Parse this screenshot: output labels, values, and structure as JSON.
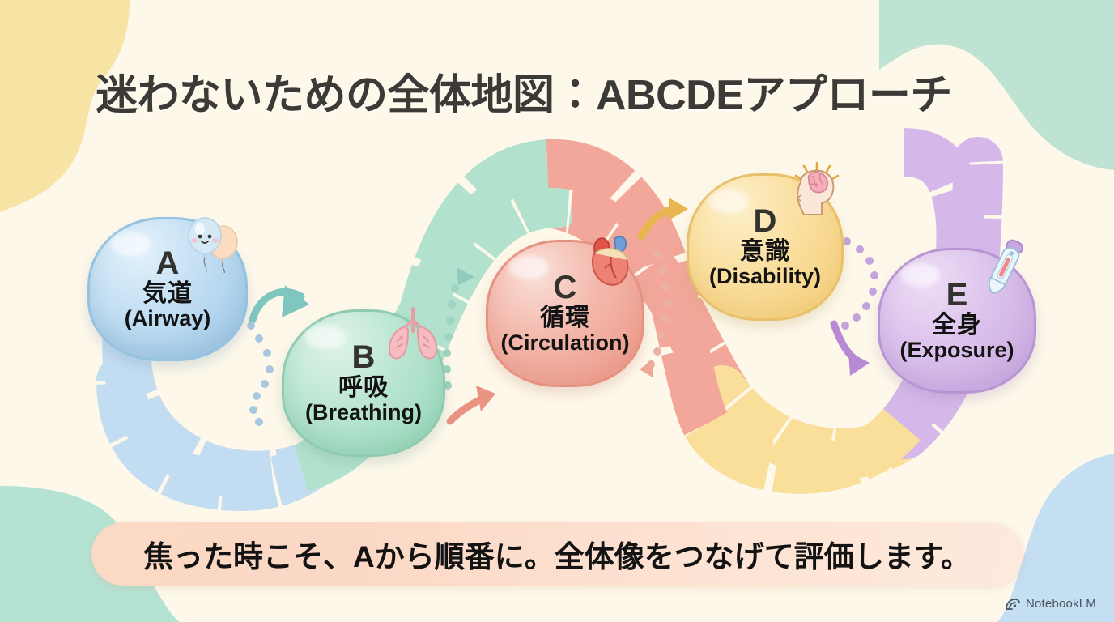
{
  "slide": {
    "title": "迷わないための全体地図：ABCDEアプローチ",
    "caption": "焦った時こそ、Aから順番に。全体像をつなげて評価します。",
    "background_color": "#fdf8ea"
  },
  "watermark": {
    "label": "NotebookLM",
    "icon": "notebooklm-icon"
  },
  "decor": {
    "top_left_blob_color": "#f7e3a3",
    "top_right_blob_color": "#bfe3d2",
    "bottom_left_blob_color": "#b5e3d3",
    "bottom_right_blob_color": "#c4dff2"
  },
  "steps": [
    {
      "letter": "A",
      "jp": "気道",
      "en": "(Airway)",
      "color": "#bfdcf0",
      "border_color": "#94c2e0",
      "icon": "balloons-icon"
    },
    {
      "letter": "B",
      "jp": "呼吸",
      "en": "(Breathing)",
      "color": "#b2e2cd",
      "border_color": "#8ecbb0",
      "icon": "lungs-icon"
    },
    {
      "letter": "C",
      "jp": "循環",
      "en": "(Circulation)",
      "color": "#f0a898",
      "border_color": "#e59283",
      "icon": "heart-organ-icon"
    },
    {
      "letter": "D",
      "jp": "意識",
      "en": "(Disability)",
      "color": "#f8d98f",
      "border_color": "#e9c06a",
      "icon": "brain-head-icon"
    },
    {
      "letter": "E",
      "jp": "全身",
      "en": "(Exposure)",
      "color": "#d4b6e8",
      "border_color": "#b894d2",
      "icon": "thermometer-icon"
    }
  ],
  "connectors": [
    {
      "from": "A",
      "to": "B",
      "arrow_color": "#7fc5c0",
      "dot_color": "#a8c8e0"
    },
    {
      "from": "B",
      "to": "C",
      "arrow_color": "#ea9383",
      "dot_color": "#9fd3c2"
    },
    {
      "from": "C",
      "to": "D",
      "arrow_color": "#e8b64e",
      "dot_color": "#e8b3a4"
    },
    {
      "from": "D",
      "to": "E",
      "arrow_color": "#b98ad4",
      "dot_color": "#c3a3dc"
    }
  ],
  "ribbon": {
    "description": "segmented winding path behind the bubbles",
    "segment_colors": [
      "#c2ddf2",
      "#b2e2cd",
      "#f2a79a",
      "#fadf9a",
      "#d5b8e9"
    ]
  }
}
